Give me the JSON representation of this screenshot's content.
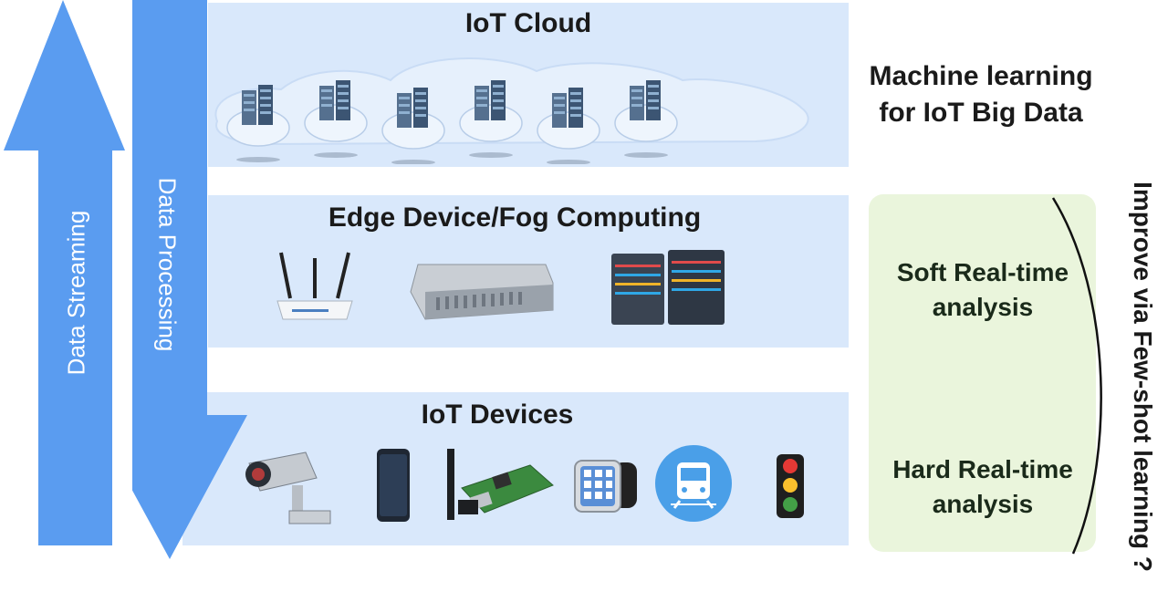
{
  "layers": {
    "cloud": {
      "title": "IoT Cloud",
      "icons": [
        "server-rack-icon",
        "server-rack-icon",
        "server-rack-icon",
        "server-rack-icon",
        "server-rack-icon",
        "server-rack-icon"
      ]
    },
    "edge": {
      "title": "Edge Device/Fog Computing",
      "icons": [
        "wifi-router-icon",
        "rack-server-icon",
        "server-tower-icon"
      ]
    },
    "devices": {
      "title": "IoT Devices",
      "icons": [
        "security-camera-icon",
        "smartphone-icon",
        "raspberry-pi-icon",
        "smartwatch-icon",
        "train-icon",
        "traffic-light-icon"
      ]
    }
  },
  "arrows": {
    "streaming": "Data Streaming",
    "processing": "Data Processing",
    "color": "#5a9cf0"
  },
  "right_panel": {
    "ml_title_line1": "Machine learning",
    "ml_title_line2": "for IoT Big Data",
    "soft_line1": "Soft Real-time",
    "soft_line2": "analysis",
    "hard_line1": "Hard Real-time",
    "hard_line2": "analysis",
    "improve": "Improve via Few-shot learning ?"
  },
  "colors": {
    "band": "#d9e8fb",
    "green_box": "#eaf5dc",
    "arrow": "#5a9cf0"
  }
}
